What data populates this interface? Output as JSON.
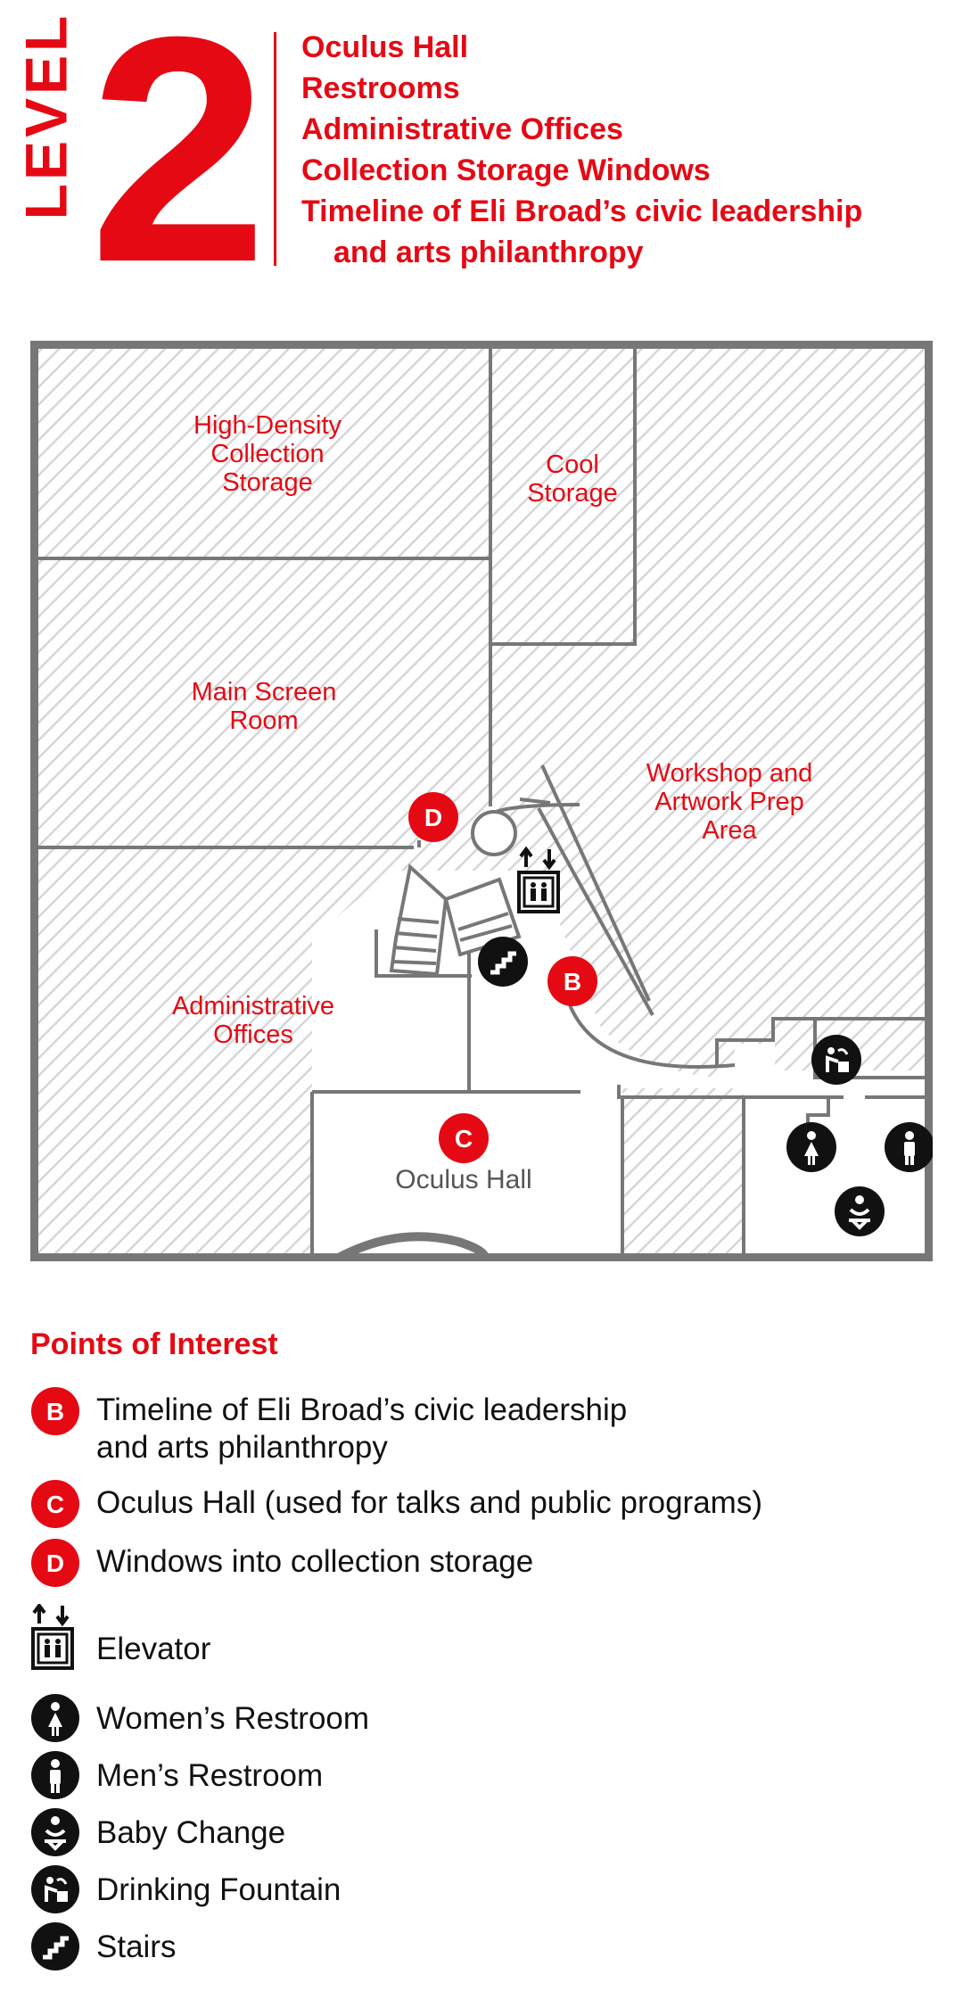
{
  "header": {
    "level_word": "LEVEL",
    "level_number": "2",
    "items": [
      "Oculus Hall",
      "Restrooms",
      "Administrative Offices",
      "Collection Storage Windows",
      "Timeline of Eli Broad’s civic leadership",
      "and arts philanthropy"
    ]
  },
  "map": {
    "rooms": {
      "high_density": [
        "High-Density",
        "Collection",
        "Storage"
      ],
      "cool_storage": [
        "Cool",
        "Storage"
      ],
      "main_screen": [
        "Main Screen",
        "Room"
      ],
      "workshop": [
        "Workshop and",
        "Artwork Prep",
        "Area"
      ],
      "admin": [
        "Administrative",
        "Offices"
      ],
      "oculus_hall": "Oculus Hall"
    },
    "markers": {
      "b": "B",
      "c": "C",
      "d": "D"
    },
    "colors": {
      "accent": "#e50914",
      "walls": "#777777",
      "hatch": "#d6d6d6",
      "icon_bg": "#111111"
    }
  },
  "legend": {
    "title": "Points of Interest",
    "items": [
      {
        "key": "B",
        "lines": [
          "Timeline of Eli Broad’s civic leadership",
          "and arts philanthropy"
        ]
      },
      {
        "key": "C",
        "lines": [
          "Oculus Hall (used for talks and public programs)"
        ]
      },
      {
        "key": "D",
        "lines": [
          "Windows into collection storage"
        ]
      },
      {
        "icon": "elevator-icon",
        "label": "Elevator"
      },
      {
        "icon": "womens-restroom-icon",
        "label": "Women’s Restroom"
      },
      {
        "icon": "mens-restroom-icon",
        "label": "Men’s Restroom"
      },
      {
        "icon": "baby-change-icon",
        "label": "Baby Change"
      },
      {
        "icon": "drinking-fountain-icon",
        "label": "Drinking Fountain"
      },
      {
        "icon": "stairs-icon",
        "label": "Stairs"
      }
    ]
  }
}
